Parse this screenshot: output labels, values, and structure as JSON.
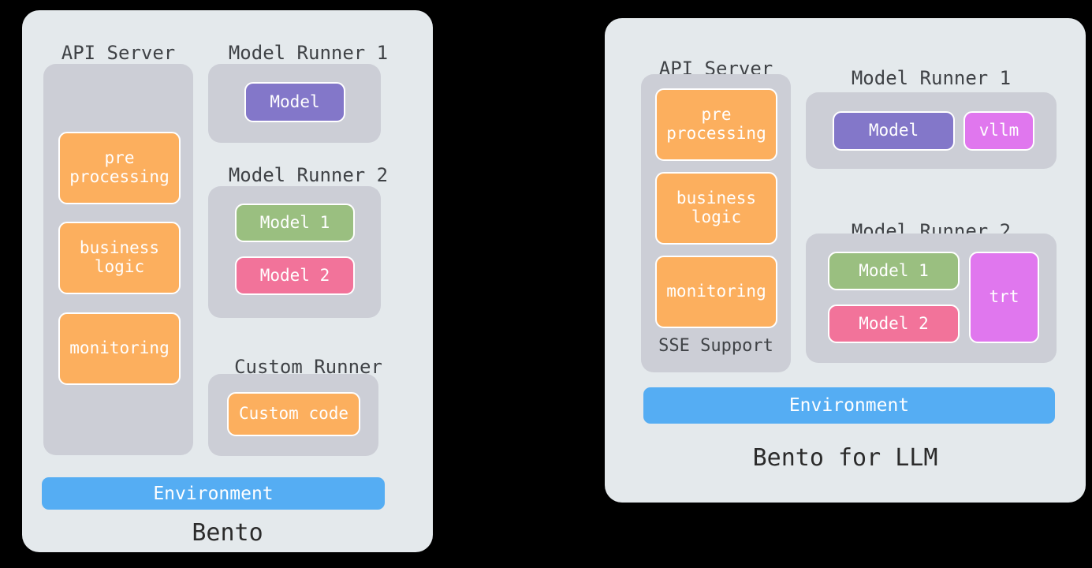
{
  "diagram": {
    "title_left": "Bento",
    "title_right": "Bento for LLM"
  },
  "left_panel": {
    "name": "Bento",
    "api_server": {
      "caption": "API Server",
      "components": [
        {
          "label": "pre\nprocessing",
          "color": "#fcaf5e"
        },
        {
          "label": "business\nlogic",
          "color": "#fcaf5e"
        },
        {
          "label": "monitoring",
          "color": "#fcaf5e"
        }
      ]
    },
    "runners": [
      {
        "caption": "Model Runner 1",
        "items": [
          {
            "label": "Model",
            "color": "#8377c9"
          }
        ]
      },
      {
        "caption": "Model Runner 2",
        "items": [
          {
            "label": "Model 1",
            "color": "#9abf80"
          },
          {
            "label": "Model 2",
            "color": "#f2739a"
          }
        ]
      },
      {
        "caption": "Custom Runner",
        "items": [
          {
            "label": "Custom code",
            "color": "#fcaf5e"
          }
        ]
      }
    ],
    "environment": {
      "label": "Environment",
      "color": "#55adf3"
    }
  },
  "right_panel": {
    "name": "Bento for LLM",
    "api_server": {
      "caption": "API Server",
      "components": [
        {
          "label": "pre\nprocessing",
          "color": "#fcaf5e"
        },
        {
          "label": "business\nlogic",
          "color": "#fcaf5e"
        },
        {
          "label": "monitoring",
          "color": "#fcaf5e"
        }
      ],
      "footer_label": "SSE Support"
    },
    "runners": [
      {
        "caption": "Model Runner 1",
        "items": [
          {
            "label": "Model",
            "color": "#8377c9"
          },
          {
            "label": "vllm",
            "color": "#e077ee"
          }
        ]
      },
      {
        "caption": "Model Runner 2",
        "items": [
          {
            "label": "Model 1",
            "color": "#9abf80"
          },
          {
            "label": "Model 2",
            "color": "#f2739a"
          },
          {
            "label": "trt",
            "color": "#e077ee"
          }
        ]
      }
    ],
    "environment": {
      "label": "Environment",
      "color": "#55adf3"
    }
  },
  "palette": {
    "background": "#000000",
    "panel": "#e4e9ec",
    "group": "#ccced6",
    "orange": "#fcaf5e",
    "purple": "#8377c9",
    "magenta": "#e077ee",
    "green": "#9abf80",
    "pink": "#f2739a",
    "blue": "#55adf3",
    "text_dark": "#3f4246",
    "text_title": "#2b2b2b"
  }
}
